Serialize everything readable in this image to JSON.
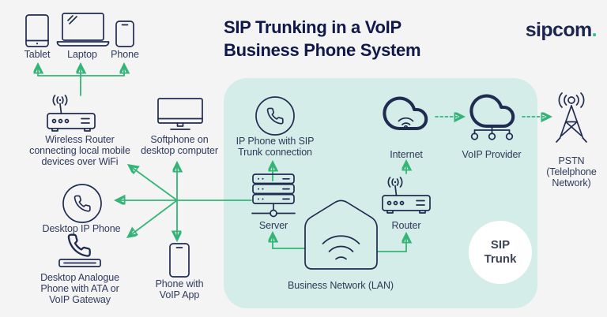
{
  "header": {
    "title_line1": "SIP Trunking in a VoIP",
    "title_line2": "Business Phone System",
    "logo_text": "sipcom",
    "logo_dot": "."
  },
  "top_devices": {
    "tablet": "Tablet",
    "laptop": "Laptop",
    "phone": "Phone"
  },
  "nodes": {
    "wireless_router": [
      "Wireless Router",
      "connecting local mobile",
      "devices over WiFi"
    ],
    "softphone": [
      "Softphone on",
      "desktop computer"
    ],
    "desktop_ip_phone": [
      "Desktop IP Phone"
    ],
    "analogue_phone": [
      "Desktop Analogue",
      "Phone with ATA or",
      "VoIP Gateway"
    ],
    "voip_app_phone": [
      "Phone with",
      "VoIP App"
    ],
    "ip_phone_sip": [
      "IP Phone with SIP",
      "Trunk connection"
    ],
    "server": [
      "Server"
    ],
    "lan": [
      "Business Network (LAN)"
    ],
    "router": [
      "Router"
    ],
    "internet": [
      "Internet"
    ],
    "voip_provider": [
      "VoIP Provider"
    ],
    "pstn": [
      "PSTN",
      "(Telelphone",
      "Network)"
    ]
  },
  "badge": [
    "SIP",
    "Trunk"
  ],
  "colors": {
    "background": "#f4f4f5",
    "panel_teal": "#d4ede8",
    "arrow_green": "#34b577",
    "logo_dot_green": "#2fbd8f",
    "icon_navy": "#202b50",
    "title_navy": "#0f1849",
    "label_slate": "#2e3a59",
    "badge_bg": "#ffffff"
  }
}
